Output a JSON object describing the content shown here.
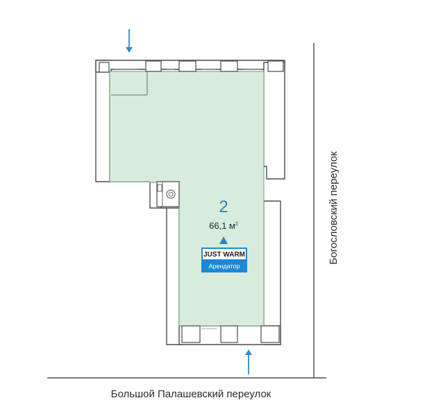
{
  "unit": {
    "number": "2",
    "area": "66,1 м",
    "area_unit_sup": "2"
  },
  "tenant": {
    "name": "JUST WARM",
    "role": "Арендатор"
  },
  "streets": {
    "bottom": "Большой Палашевский переулок",
    "right": "Богословский переулок"
  },
  "colors": {
    "room_fill": "#d7ecdc",
    "room_stroke": "#7fb28a",
    "accent_blue": "#2a8ad4",
    "badge_blue": "#1e88d6",
    "street_line": "#4a4a4a"
  },
  "icons": [
    "entrance-arrow-icon",
    "toilet-icon",
    "washbasin-icon",
    "tenant-pointer-icon"
  ]
}
